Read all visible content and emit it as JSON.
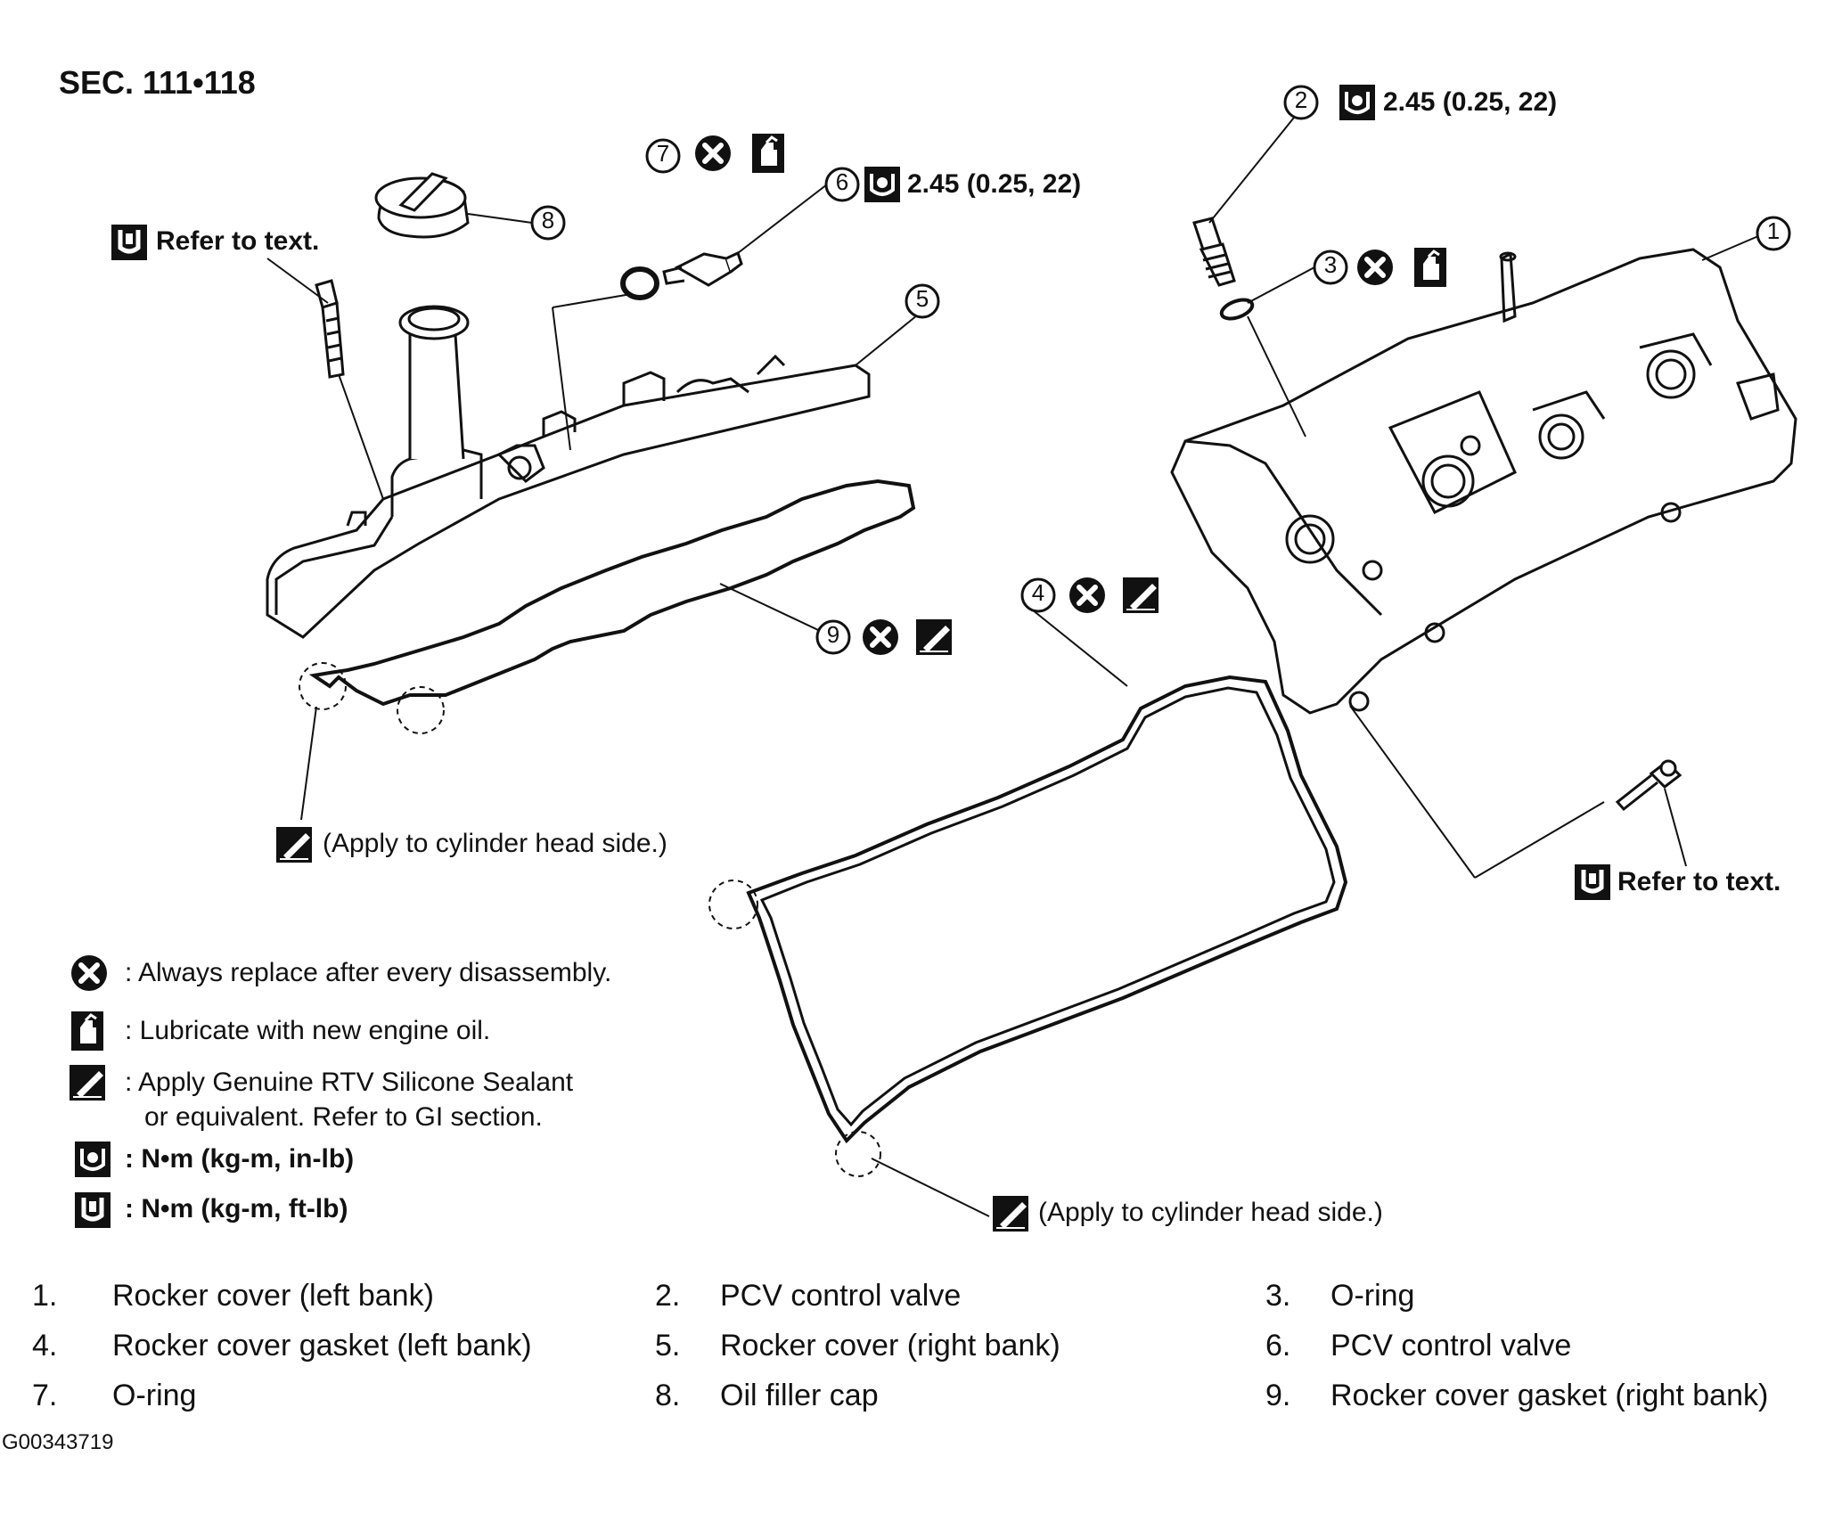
{
  "section": "SEC. 111•118",
  "callouts": {
    "c1": "1",
    "c2": "2",
    "c3": "3",
    "c4": "4",
    "c5": "5",
    "c6": "6",
    "c7": "7",
    "c8": "8",
    "c9": "9"
  },
  "torque_specs": {
    "valve_2": "2.45 (0.25, 22)",
    "valve_6": "2.45 (0.25, 22)"
  },
  "notes": {
    "refer_left": "Refer to text.",
    "refer_right": "Refer to text.",
    "apply_right_bank": "(Apply to cylinder head side.)",
    "apply_left_bank": "(Apply to cylinder head side.)"
  },
  "legend": {
    "replace": ": Always replace after every disassembly.",
    "lubricate": ": Lubricate with new engine oil.",
    "sealant_line1": ": Apply Genuine RTV Silicone Sealant",
    "sealant_line2": "or equivalent. Refer to GI section.",
    "torque_inlb": ": N•m (kg-m, in-lb)",
    "torque_ftlb": ": N•m (kg-m, ft-lb)"
  },
  "parts": [
    {
      "num": "1.",
      "name": "Rocker cover (left bank)"
    },
    {
      "num": "2.",
      "name": "PCV control valve"
    },
    {
      "num": "3.",
      "name": "O-ring"
    },
    {
      "num": "4.",
      "name": "Rocker cover gasket (left bank)"
    },
    {
      "num": "5.",
      "name": "Rocker cover (right bank)"
    },
    {
      "num": "6.",
      "name": "PCV control valve"
    },
    {
      "num": "7.",
      "name": "O-ring"
    },
    {
      "num": "8.",
      "name": "Oil filler cap"
    },
    {
      "num": "9.",
      "name": "Rocker cover gasket (right bank)"
    }
  ],
  "figure_code": "G00343719"
}
